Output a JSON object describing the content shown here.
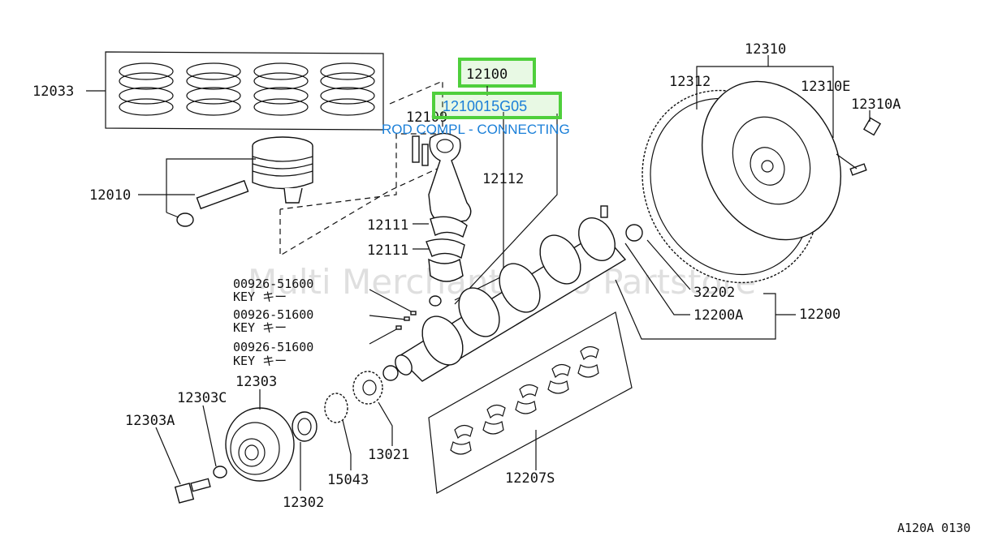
{
  "diagram_ref": "A120A 0130",
  "watermark": "Multi Merchant Auto Partstore",
  "highlight": {
    "part_no": "12100",
    "oem_no": "1210015G05",
    "description": "ROD COMPL - CONNECTING",
    "box_color": "#4fcf3c",
    "text_color": "#1a7fd8"
  },
  "labels": {
    "p12033": "12033",
    "p12010": "12010",
    "p12109": "12109",
    "p12112": "12112",
    "p12111a": "12111",
    "p12111b": "12111",
    "p12310": "12310",
    "p12312": "12312",
    "p12310E": "12310E",
    "p12310A": "12310A",
    "p32202": "32202",
    "p12200A": "12200A",
    "p12200": "12200",
    "key1_no": "00926-51600",
    "key1_name": "KEY キー",
    "key2_no": "00926-51600",
    "key2_name": "KEY キー",
    "key3_no": "00926-51600",
    "key3_name": "KEY キー",
    "p12303": "12303",
    "p12303C": "12303C",
    "p12303A": "12303A",
    "p12302": "12302",
    "p15043": "15043",
    "p13021": "13021",
    "p12207S": "12207S"
  }
}
